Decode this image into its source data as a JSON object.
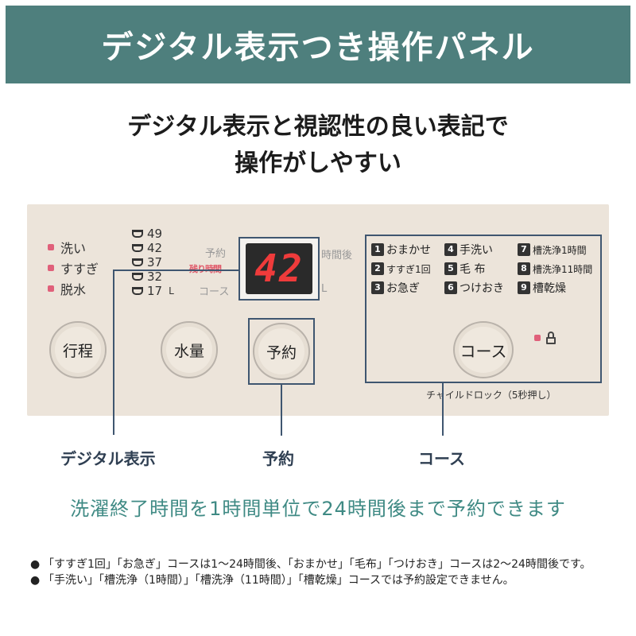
{
  "header": {
    "title": "デジタル表示つき操作パネル"
  },
  "subtitle": {
    "line1": "デジタル表示と視認性の良い表記で",
    "line2": "操作がしやすい"
  },
  "panel": {
    "lamps": [
      "洗い",
      "すすぎ",
      "脱水"
    ],
    "water_levels": [
      "49",
      "42",
      "37",
      "32",
      "17"
    ],
    "water_unit": "L",
    "reserve_label": "予約",
    "remaining_label": "残り時間",
    "course_label": "コース",
    "hours_after_label": "時間後",
    "unit_label": "L",
    "display_value": "42",
    "courses": [
      {
        "num": "1",
        "name": "おまかせ"
      },
      {
        "num": "4",
        "name": "手洗い"
      },
      {
        "num": "7",
        "name": "槽洗浄1時間"
      },
      {
        "num": "2",
        "name": "すすぎ1回"
      },
      {
        "num": "5",
        "name": "毛 布"
      },
      {
        "num": "8",
        "name": "槽洗浄11時間"
      },
      {
        "num": "3",
        "name": "お急ぎ"
      },
      {
        "num": "6",
        "name": "つけおき"
      },
      {
        "num": "9",
        "name": "槽乾燥"
      }
    ],
    "buttons": {
      "process": "行程",
      "water": "水量",
      "reserve": "予約",
      "course": "コース"
    },
    "child_lock": "チャイルドロック（5秒押し）"
  },
  "callouts": {
    "digital": "デジタル表示",
    "reserve": "予約",
    "course": "コース"
  },
  "notice": "洗濯終了時間を1時間単位で24時間後まで予約できます",
  "notes": [
    "「すすぎ1回」「お急ぎ」コースは1～24時間後、「おまかせ」「毛布」「つけおき」コースは2～24時間後です。",
    "「手洗い」「槽洗浄（1時間）」「槽洗浄（11時間）」「槽乾燥」コースでは予約設定できません。"
  ],
  "colors": {
    "header_bg": "#4e7f7d",
    "panel_bg": "#ece4da",
    "callout_line": "#3f5670",
    "notice_text": "#3f8a84",
    "lamp": "#e0607a",
    "display_digits": "#ef3b3b"
  }
}
